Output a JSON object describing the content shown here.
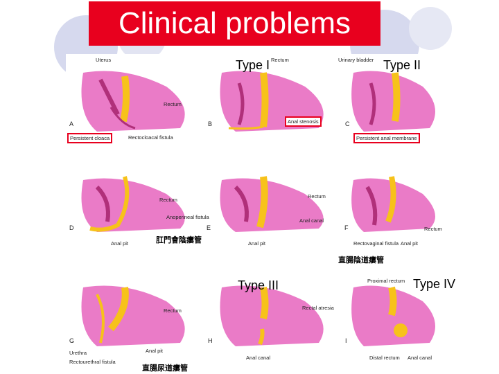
{
  "title": "Clinical problems",
  "type_labels": {
    "type1": "Type I",
    "type2": "Type II",
    "type3": "Type III",
    "type4": "Type IV"
  },
  "panel_letters": {
    "A": "A",
    "B": "B",
    "C": "C",
    "D": "D",
    "E": "E",
    "F": "F",
    "G": "G",
    "H": "H",
    "I": "I"
  },
  "anatomy": {
    "uterus": "Uterus",
    "rectum": "Rectum",
    "urinary_bladder": "Urinary bladder",
    "persistent_cloaca": "Persistent cloaca",
    "rectocloacal_fistula": "Rectocloacal fistula",
    "anal_stenosis": "Anal stenosis",
    "persistent_anal_membrane": "Persistent anal membrane",
    "anoperineal_fistula": "Anoperineal fistula",
    "anal_pit": "Anal pit",
    "anal_canal": "Anal canal",
    "rectovaginal_fistula": "Rectovaginal fistula",
    "urethra": "Urethra",
    "rectourethral_fistula": "Rectourethral fistula",
    "rectal_atresia": "Rectal atresia",
    "proximal_rectum": "Proximal rectum",
    "distal_rectum": "Distal rectum"
  },
  "chinese": {
    "anoperineal": "肛門會陰瘻管",
    "rectovaginal": "直腸陰道瘻管",
    "rectourethral": "直腸尿道瘻管"
  },
  "colors": {
    "title_bg": "#e8001e",
    "title_text": "#ffffff",
    "tissue_pink": "#ea7bc7",
    "tissue_dark": "#b0307a",
    "rectum_yellow": "#f7c21a",
    "deco_circle": "#d6d9ee"
  }
}
